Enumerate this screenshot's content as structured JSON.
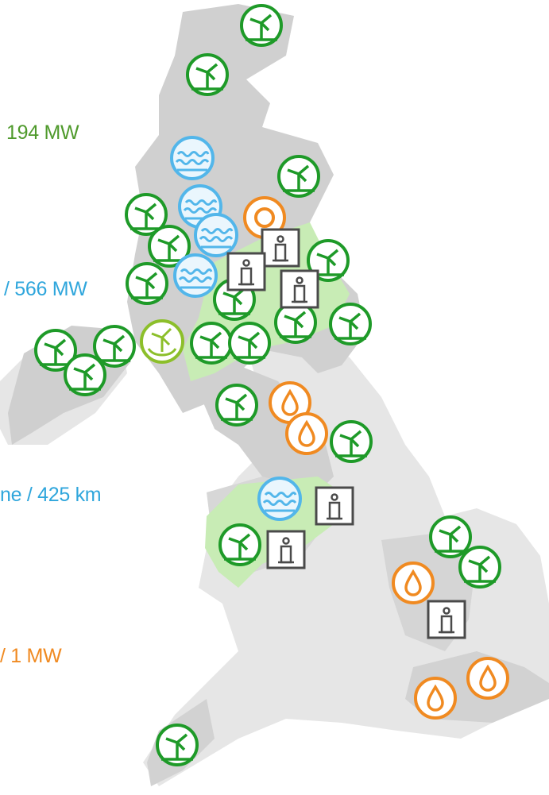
{
  "legend": {
    "onshore_wind": {
      "text": "194 MW",
      "color": "#4f9a2c"
    },
    "hydro": {
      "text": "/ 566 MW",
      "color": "#2fa6dc"
    },
    "pipeline": {
      "text": "ne / 425 km",
      "color": "#2fa6dc"
    },
    "gas": {
      "text": "/ 1 MW",
      "color": "#f08a21"
    }
  },
  "colors": {
    "land": "#d2d2d2",
    "land_light": "#e9e9e9",
    "region": "#c9ecb8",
    "wind": "#1e9a28",
    "hydro": "#52b6ea",
    "gas": "#f08a21",
    "office": "#4a4a4a",
    "offshore": "#8cbf2a"
  },
  "markers": {
    "wind": {
      "icon": "wind-turbine-icon",
      "count": 22
    },
    "hydro": {
      "icon": "hydro-water-icon",
      "count": 5
    },
    "gas_flame": {
      "icon": "gas-flame-icon",
      "count": 6
    },
    "gas_ring": {
      "icon": "gas-ring-icon",
      "count": 1
    },
    "office": {
      "icon": "office-building-icon",
      "count": 7
    },
    "offshore": {
      "icon": "offshore-wind-icon",
      "count": 1
    }
  }
}
